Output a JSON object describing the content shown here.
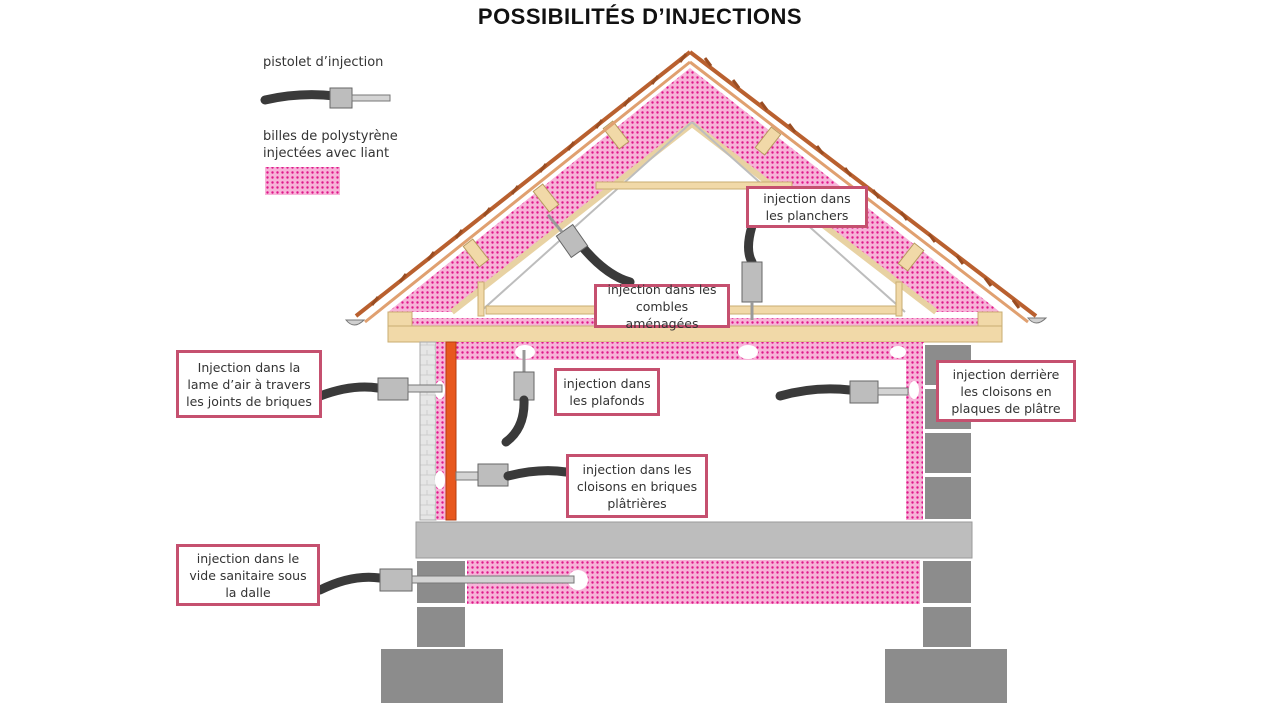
{
  "title": "POSSIBILITÉS D’INJECTIONS",
  "legend": {
    "gun_label": "pistolet d’injection",
    "beads_label_line1": "billes de polystyrène",
    "beads_label_line2": "injectées avec liant"
  },
  "callouts": {
    "floors": "injection dans les planchers",
    "attic": "injection dans les combles aménagées",
    "cavity_wall": "Injection dans la lame d’air à travers les joints de briques",
    "ceilings": "injection dans les plafonds",
    "plaster_partitions": "injection derrière les cloisons en plaques de plâtre",
    "brick_partitions": "injection dans les cloisons en briques plâtrières",
    "crawl_space": "injection dans le vide sanitaire sous la dalle"
  },
  "colors": {
    "insulation": "#f5a3cf",
    "insulation_dots": "#e0168a",
    "callout_border": "#c5506f",
    "wood": "#f1d9a8",
    "roof_tile": "#b9602f",
    "concrete": "#8c8c8c",
    "slab": "#bdbdbd",
    "hose": "#3a3a3a"
  }
}
